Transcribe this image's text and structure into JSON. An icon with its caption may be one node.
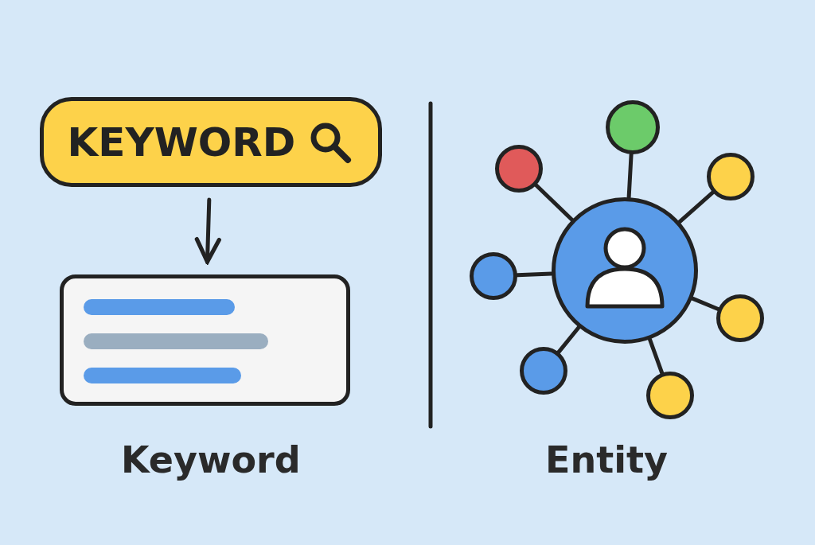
{
  "diagram": {
    "nodes": [
      {
        "text": [
          "KEYWORD"
        ]
      },
      {
        "text": [],
        "shape": "box"
      },
      {
        "text": [],
        "shape": "circle"
      },
      {
        "text": [],
        "shape": "circle"
      },
      {
        "text": [],
        "shape": "circle"
      },
      {
        "text": [],
        "shape": "circle"
      },
      {
        "text": [],
        "shape": "circle"
      },
      {
        "text": [],
        "shape": "circle"
      },
      {
        "text": [],
        "shape": "circle"
      },
      {
        "text": [],
        "shape": "circle"
      }
    ],
    "edges": [
      {
        "from": 0,
        "to": 1,
        "arrow": "to"
      },
      {
        "from": 2,
        "to": 3,
        "arrow": "none"
      },
      {
        "from": 2,
        "to": 4,
        "arrow": "none"
      },
      {
        "from": 2,
        "to": 5,
        "arrow": "none"
      },
      {
        "from": 2,
        "to": 6,
        "arrow": "none"
      },
      {
        "from": 2,
        "to": 7,
        "arrow": "none"
      },
      {
        "from": 2,
        "to": 8,
        "arrow": "none"
      },
      {
        "from": 2,
        "to": 9,
        "arrow": "none"
      }
    ],
    "labels": [
      "Keyword",
      "Entity"
    ]
  }
}
